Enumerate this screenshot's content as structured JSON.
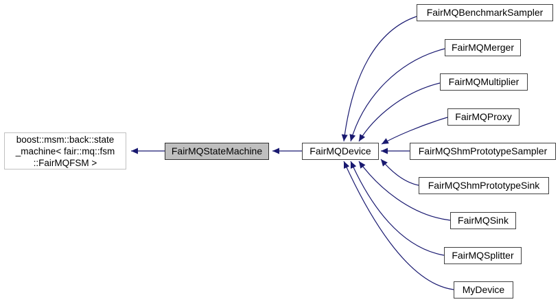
{
  "diagram": {
    "type": "class-inheritance-graph",
    "background": "#ffffff",
    "arrow_color": "#191970",
    "node_border_color": "#404040",
    "external_node_border_color": "#c0c0c0",
    "highlight_fill": "#bfbfbf",
    "nodes": {
      "external_base": {
        "label": "boost::msm::back::state\n_machine< fair::mq::fsm\n::FairMQFSM >",
        "highlighted": false
      },
      "state_machine": {
        "label": "FairMQStateMachine",
        "highlighted": true
      },
      "device": {
        "label": "FairMQDevice",
        "highlighted": false
      },
      "derived": [
        {
          "label": "FairMQBenchmarkSampler"
        },
        {
          "label": "FairMQMerger"
        },
        {
          "label": "FairMQMultiplier"
        },
        {
          "label": "FairMQProxy"
        },
        {
          "label": "FairMQShmPrototypeSampler"
        },
        {
          "label": "FairMQShmPrototypeSink"
        },
        {
          "label": "FairMQSink"
        },
        {
          "label": "FairMQSplitter"
        },
        {
          "label": "MyDevice"
        }
      ]
    },
    "edges": [
      {
        "from": "FairMQStateMachine",
        "to": "boost::msm::back::state_machine< fair::mq::fsm::FairMQFSM >"
      },
      {
        "from": "FairMQDevice",
        "to": "FairMQStateMachine"
      },
      {
        "from": "FairMQBenchmarkSampler",
        "to": "FairMQDevice"
      },
      {
        "from": "FairMQMerger",
        "to": "FairMQDevice"
      },
      {
        "from": "FairMQMultiplier",
        "to": "FairMQDevice"
      },
      {
        "from": "FairMQProxy",
        "to": "FairMQDevice"
      },
      {
        "from": "FairMQShmPrototypeSampler",
        "to": "FairMQDevice"
      },
      {
        "from": "FairMQShmPrototypeSink",
        "to": "FairMQDevice"
      },
      {
        "from": "FairMQSink",
        "to": "FairMQDevice"
      },
      {
        "from": "FairMQSplitter",
        "to": "FairMQDevice"
      },
      {
        "from": "MyDevice",
        "to": "FairMQDevice"
      }
    ]
  }
}
